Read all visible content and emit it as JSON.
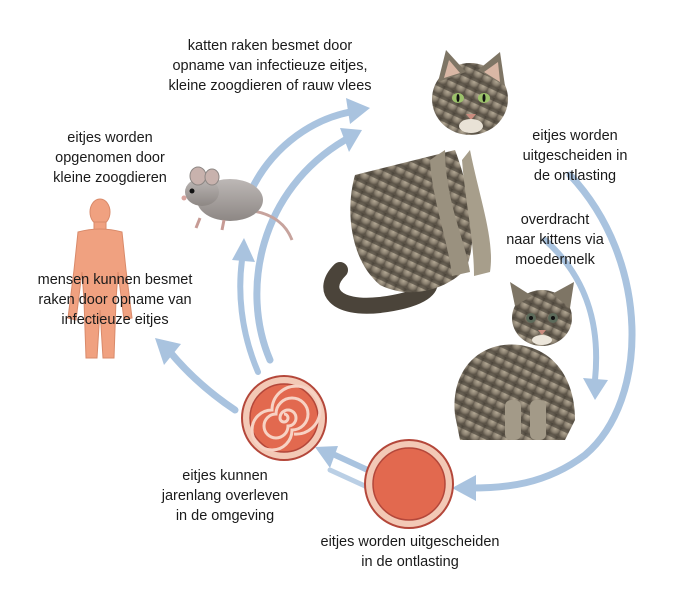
{
  "labels": {
    "cats_infected": [
      "katten raken besmet door",
      "opname van infectieuze eitjes,",
      "kleine zoogdieren of rauw vlees"
    ],
    "eggs_excreted_top": [
      "eitjes worden",
      "uitgescheiden in",
      "de ontlasting"
    ],
    "transfer_kittens": [
      "overdracht",
      "naar kittens via",
      "moedermelk"
    ],
    "eggs_excreted_bottom": [
      "eitjes worden uitgescheiden",
      "in de ontlasting"
    ],
    "eggs_survive": [
      "eitjes kunnen",
      "jarenlang overleven",
      "in de omgeving"
    ],
    "humans_infected": [
      "mensen kunnen besmet",
      "raken door opname van",
      "infectieuze eitjes"
    ],
    "mammals_ingest": [
      "eitjes worden",
      "opgenomen door",
      "kleine zoogdieren"
    ]
  },
  "icons": [
    "cat-image",
    "kitten-image",
    "mouse-image",
    "human-figure-icon",
    "fresh-egg-icon",
    "embryonated-egg-icon"
  ],
  "colors": {
    "arrow": "#a9c3df",
    "egg_fill": "#e2694f",
    "egg_ring": "#f3c9b6",
    "egg_outline": "#b4473a",
    "human": "#f0a180"
  }
}
